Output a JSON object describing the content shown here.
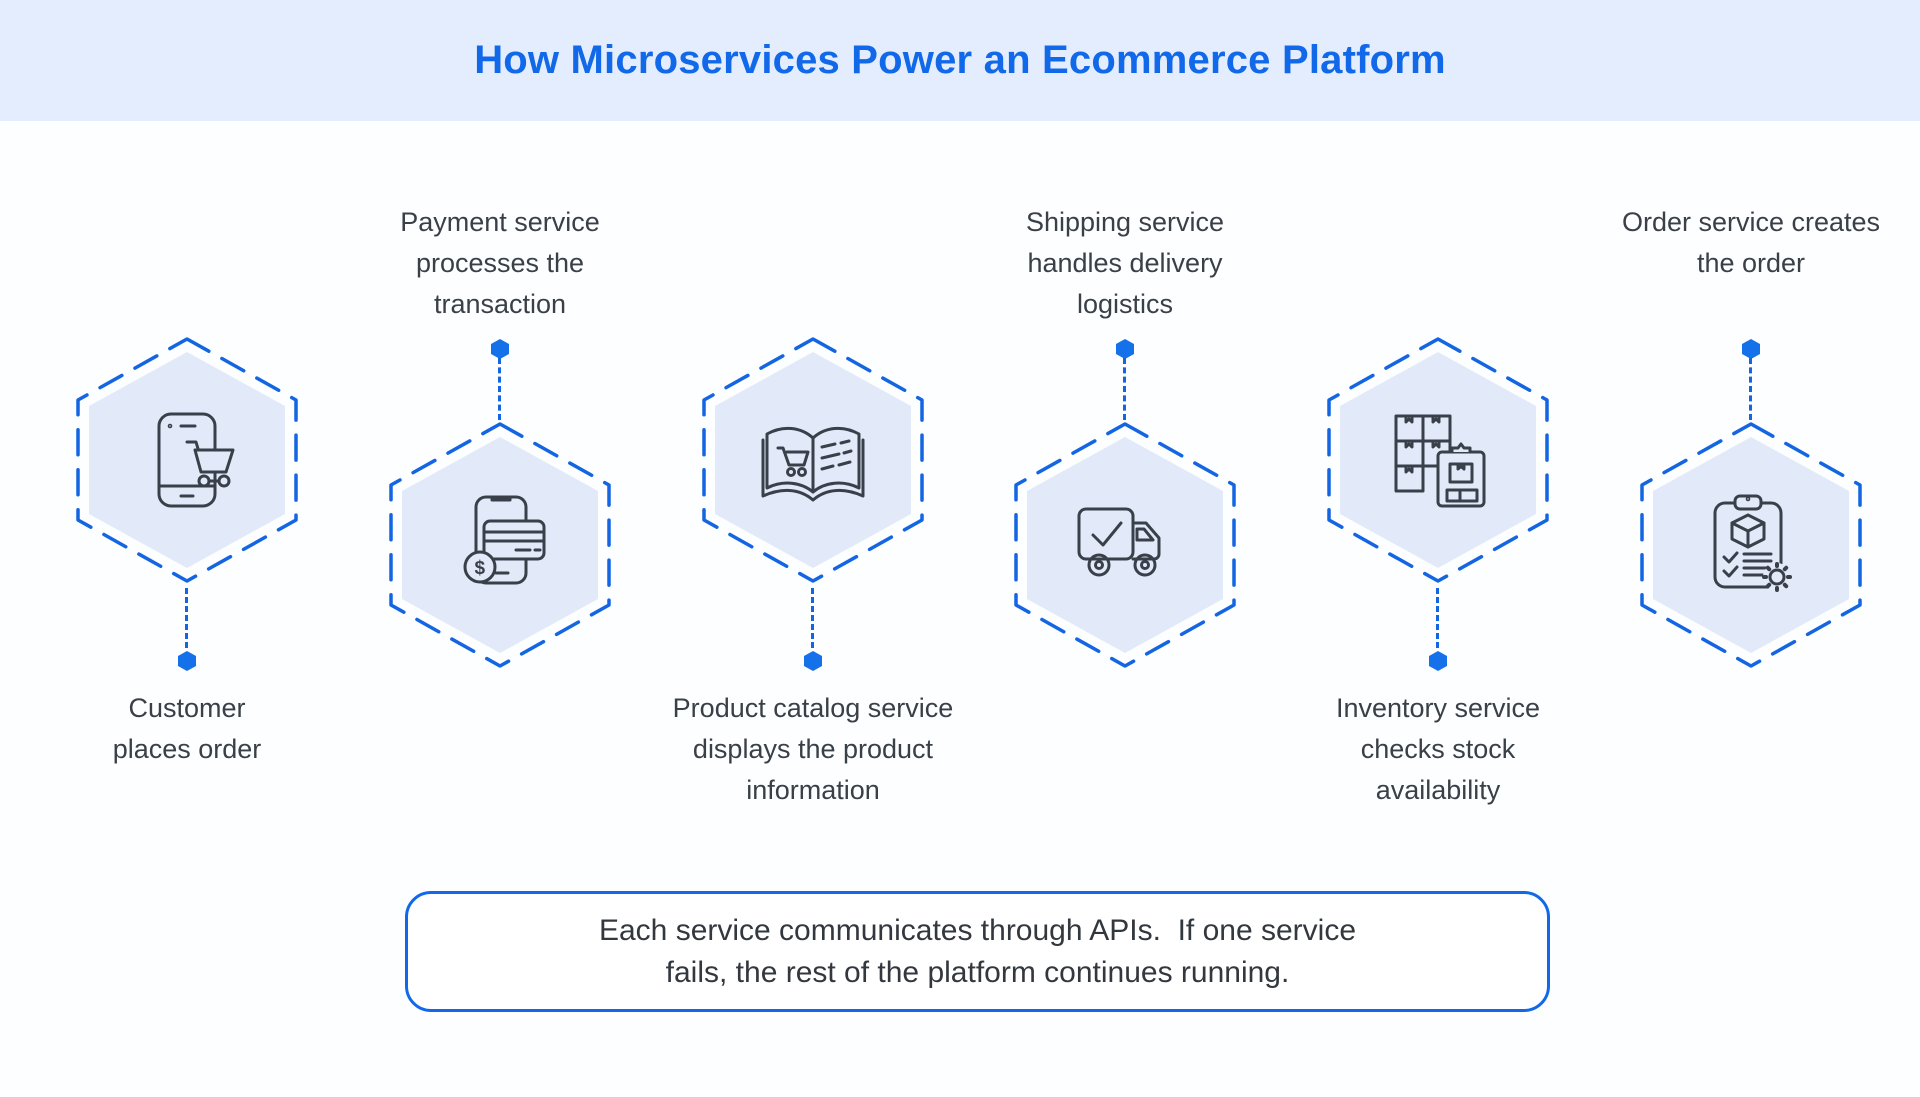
{
  "header": {
    "title": "How Microservices Power an Ecommerce Platform"
  },
  "services": [
    {
      "id": "customer",
      "label": "Customer\nplaces order",
      "icon": "phone-cart-icon",
      "label_position": "below"
    },
    {
      "id": "payment",
      "label": "Payment service\nprocesses the\ntransaction",
      "icon": "payment-card-icon",
      "label_position": "above"
    },
    {
      "id": "catalog",
      "label": "Product catalog service\ndisplays the product\ninformation",
      "icon": "catalog-book-icon",
      "label_position": "below"
    },
    {
      "id": "shipping",
      "label": "Shipping service\nhandles delivery\nlogistics",
      "icon": "delivery-truck-icon",
      "label_position": "above"
    },
    {
      "id": "inventory",
      "label": "Inventory service\nchecks stock\navailability",
      "icon": "inventory-boxes-icon",
      "label_position": "below"
    },
    {
      "id": "order",
      "label": "Order service creates\nthe order",
      "icon": "order-clipboard-icon",
      "label_position": "above"
    }
  ],
  "footer_note": {
    "text": "Each service communicates through APIs.  If one service\nfails, the rest of the platform continues running."
  },
  "colors": {
    "accent_blue": "#1169E9",
    "dash_blue": "#1365E2",
    "dot_blue": "#1471EA",
    "hexagon_fill": "#E2EAFA",
    "header_background": "#E4EDFD",
    "icon_stroke": "#3A4049",
    "label_text": "#3A4047"
  }
}
